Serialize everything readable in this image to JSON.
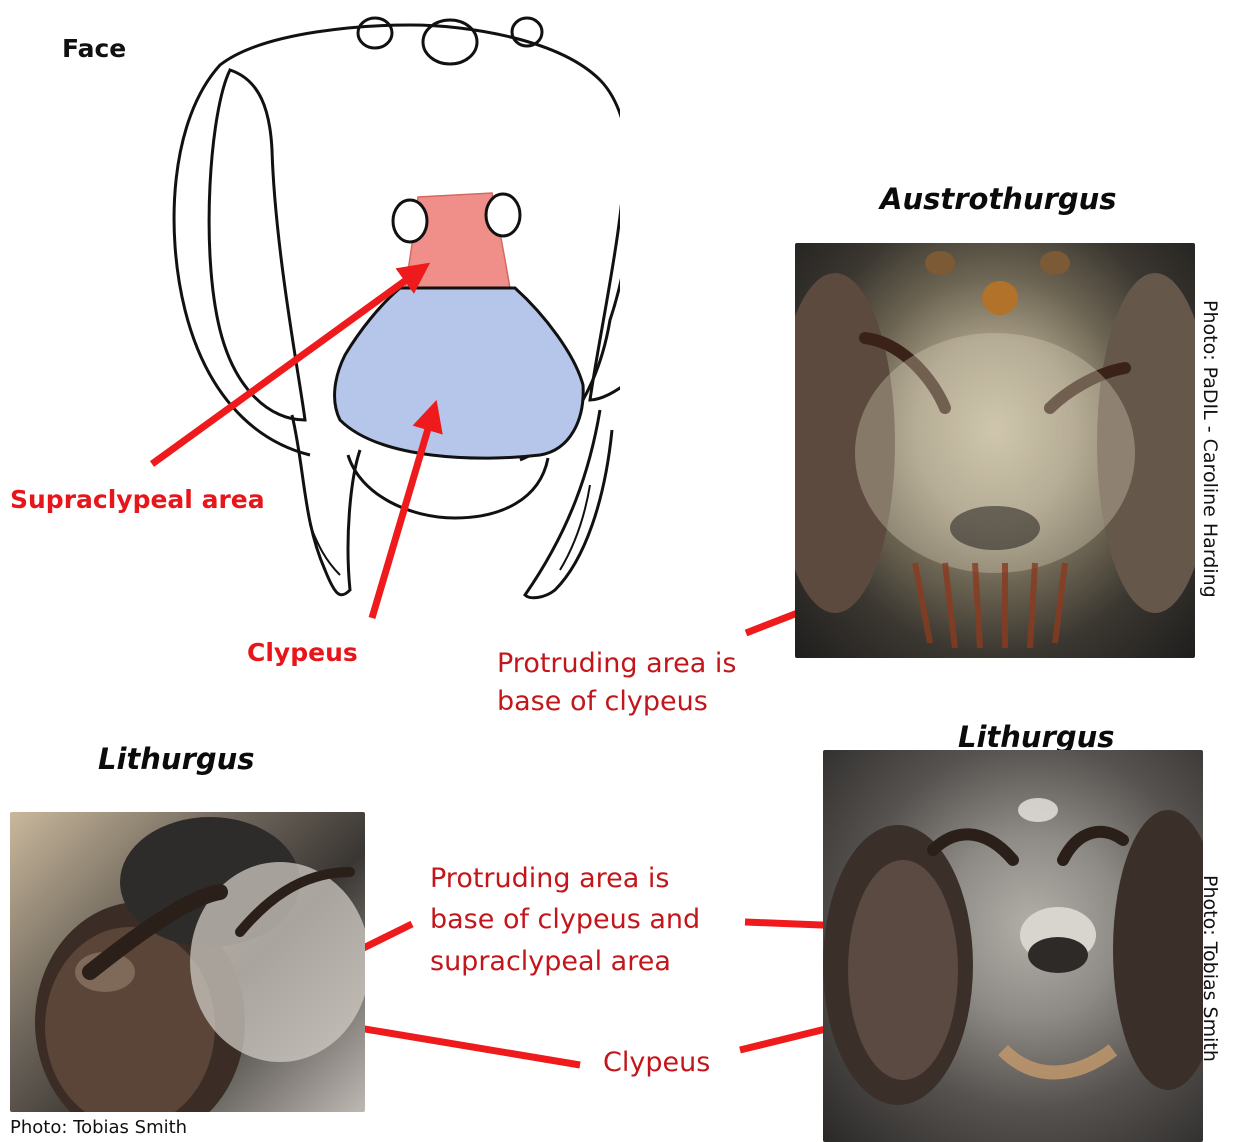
{
  "diagram": {
    "face_label": "Face",
    "supraclypeal_label": "Supraclypeal area",
    "clypeus_label": "Clypeus",
    "colors": {
      "supraclypeal_fill": "#f08f89",
      "clypeus_fill": "#b6c6ea",
      "arrow": "#ee1a1c",
      "outline": "#111111"
    }
  },
  "austrothurgus": {
    "title": "Austrothurgus",
    "annotation_line1": "Protruding area is",
    "annotation_line2": "base of clypeus",
    "credit": "Photo: PaDIL - Caroline Harding"
  },
  "lithurgus_left": {
    "title": "Lithurgus",
    "credit": "Photo: Tobias Smith"
  },
  "lithurgus_right": {
    "title": "Lithurgus",
    "credit": "Photo: Tobias Smith"
  },
  "shared_annotations": {
    "protruding_line1": "Protruding area is",
    "protruding_line2": "base of clypeus and",
    "protruding_line3": "supraclypeal area",
    "clypeus_label": "Clypeus"
  }
}
